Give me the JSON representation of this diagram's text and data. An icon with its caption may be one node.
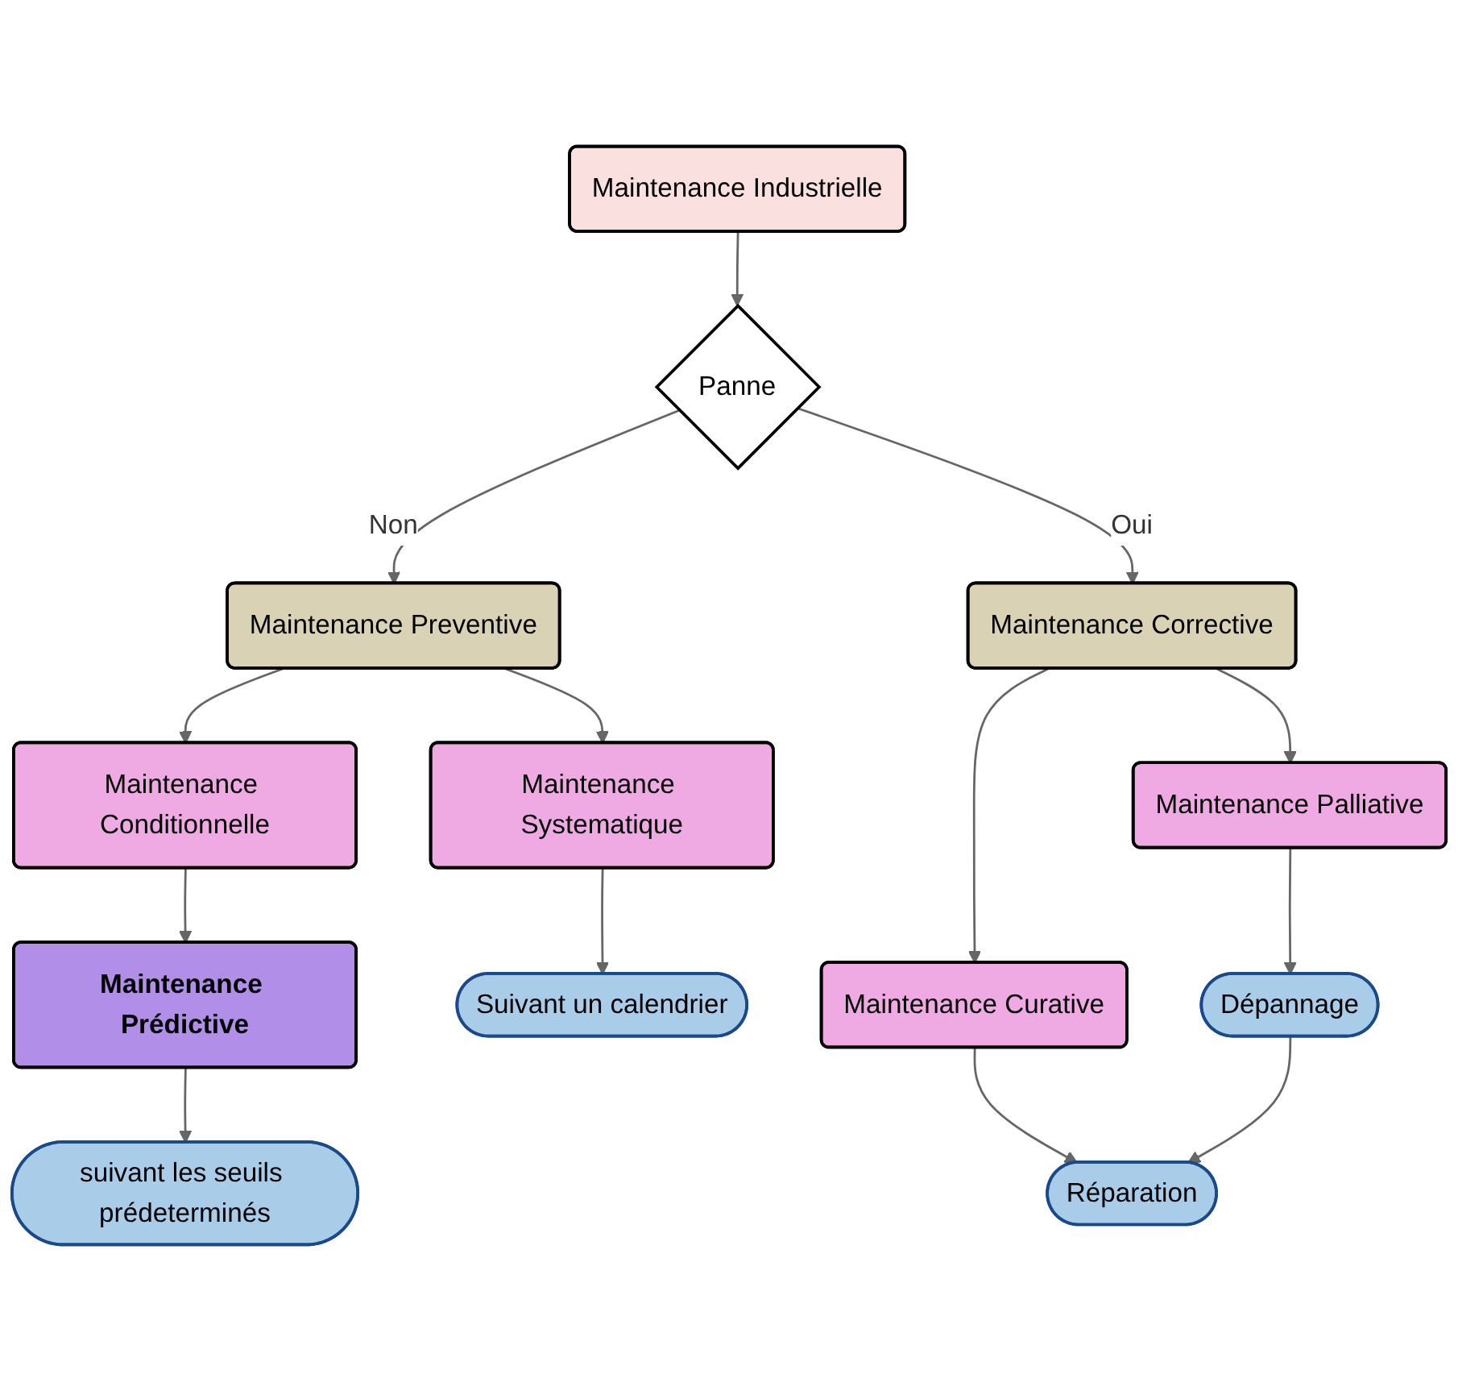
{
  "diagram": {
    "nodes": [
      {
        "text": [
          "Maintenance Industrielle"
        ]
      },
      {
        "text": [
          "Panne"
        ]
      },
      {
        "text": [
          "Maintenance Preventive"
        ]
      },
      {
        "text": [
          "Maintenance Corrective"
        ]
      },
      {
        "text": [
          "Maintenance Conditionnelle"
        ]
      },
      {
        "text": [
          "Maintenance Systematique"
        ]
      },
      {
        "text": [
          "Maintenance Curative"
        ]
      },
      {
        "text": [
          "Maintenance Palliative"
        ]
      },
      {
        "text": [
          "Maintenance Prédictive"
        ]
      },
      {
        "text": [
          "suivant les seuils prédeterminés"
        ]
      },
      {
        "text": [
          "Suivant un calendrier"
        ]
      },
      {
        "text": [
          "Réparation"
        ]
      },
      {
        "text": [
          "Dépannage"
        ]
      }
    ],
    "edges": [
      {
        "from": 0,
        "to": 1,
        "arrow": "to"
      },
      {
        "from": 1,
        "to": 2,
        "label": "Non",
        "arrow": "to"
      },
      {
        "from": 1,
        "to": 3,
        "label": "Oui",
        "arrow": "to"
      },
      {
        "from": 2,
        "to": 4,
        "arrow": "to"
      },
      {
        "from": 2,
        "to": 5,
        "arrow": "to"
      },
      {
        "from": 3,
        "to": 6,
        "arrow": "to"
      },
      {
        "from": 3,
        "to": 7,
        "arrow": "to"
      },
      {
        "from": 4,
        "to": 8,
        "arrow": "to"
      },
      {
        "from": 8,
        "to": 9,
        "arrow": "to"
      },
      {
        "from": 5,
        "to": 10,
        "arrow": "to"
      },
      {
        "from": 6,
        "to": 11,
        "arrow": "to"
      },
      {
        "from": 7,
        "to": 12,
        "arrow": "to"
      },
      {
        "from": 12,
        "to": 11,
        "arrow": "to"
      }
    ]
  }
}
